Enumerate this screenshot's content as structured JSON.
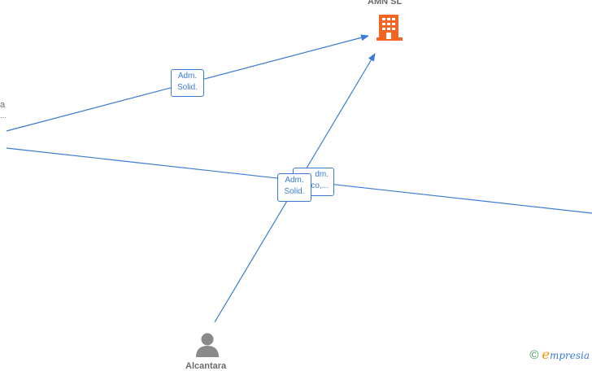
{
  "company": {
    "name": "AMN  SL",
    "icon": "building-icon",
    "color": "#f26522"
  },
  "persons": [
    {
      "label_line1": "a",
      "label_line2": "..."
    },
    {
      "label": "Alcantara"
    }
  ],
  "roles": {
    "top": {
      "line1": "Adm.",
      "line2": "Solid."
    },
    "back": {
      "line1": "dm.",
      "line2": "co,..."
    },
    "front": {
      "line1": "Adm.",
      "line2": "Solid."
    }
  },
  "brand": {
    "copyright": "©",
    "initial": "e",
    "name": "mpresia"
  },
  "colors": {
    "edge": "#3a7bd5",
    "node": "#8a8a8a"
  }
}
